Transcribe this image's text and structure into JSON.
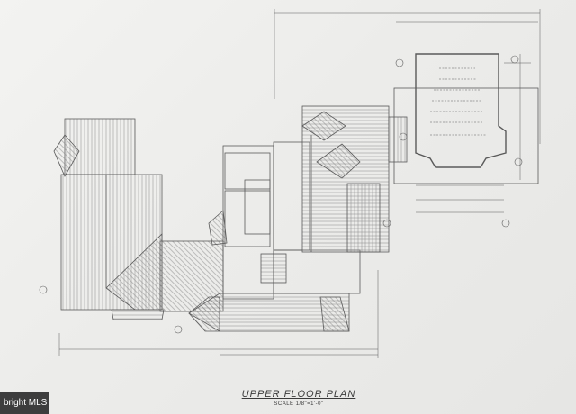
{
  "plan": {
    "title": "UPPER FLOOR PLAN",
    "scale": "SCALE 1/8\"=1'-0\""
  },
  "watermark": {
    "label": "bright MLS"
  },
  "colors": {
    "line": "#5a5a5a",
    "paper": "#eeeeec",
    "watermark_bg": "#3d3d3d"
  }
}
